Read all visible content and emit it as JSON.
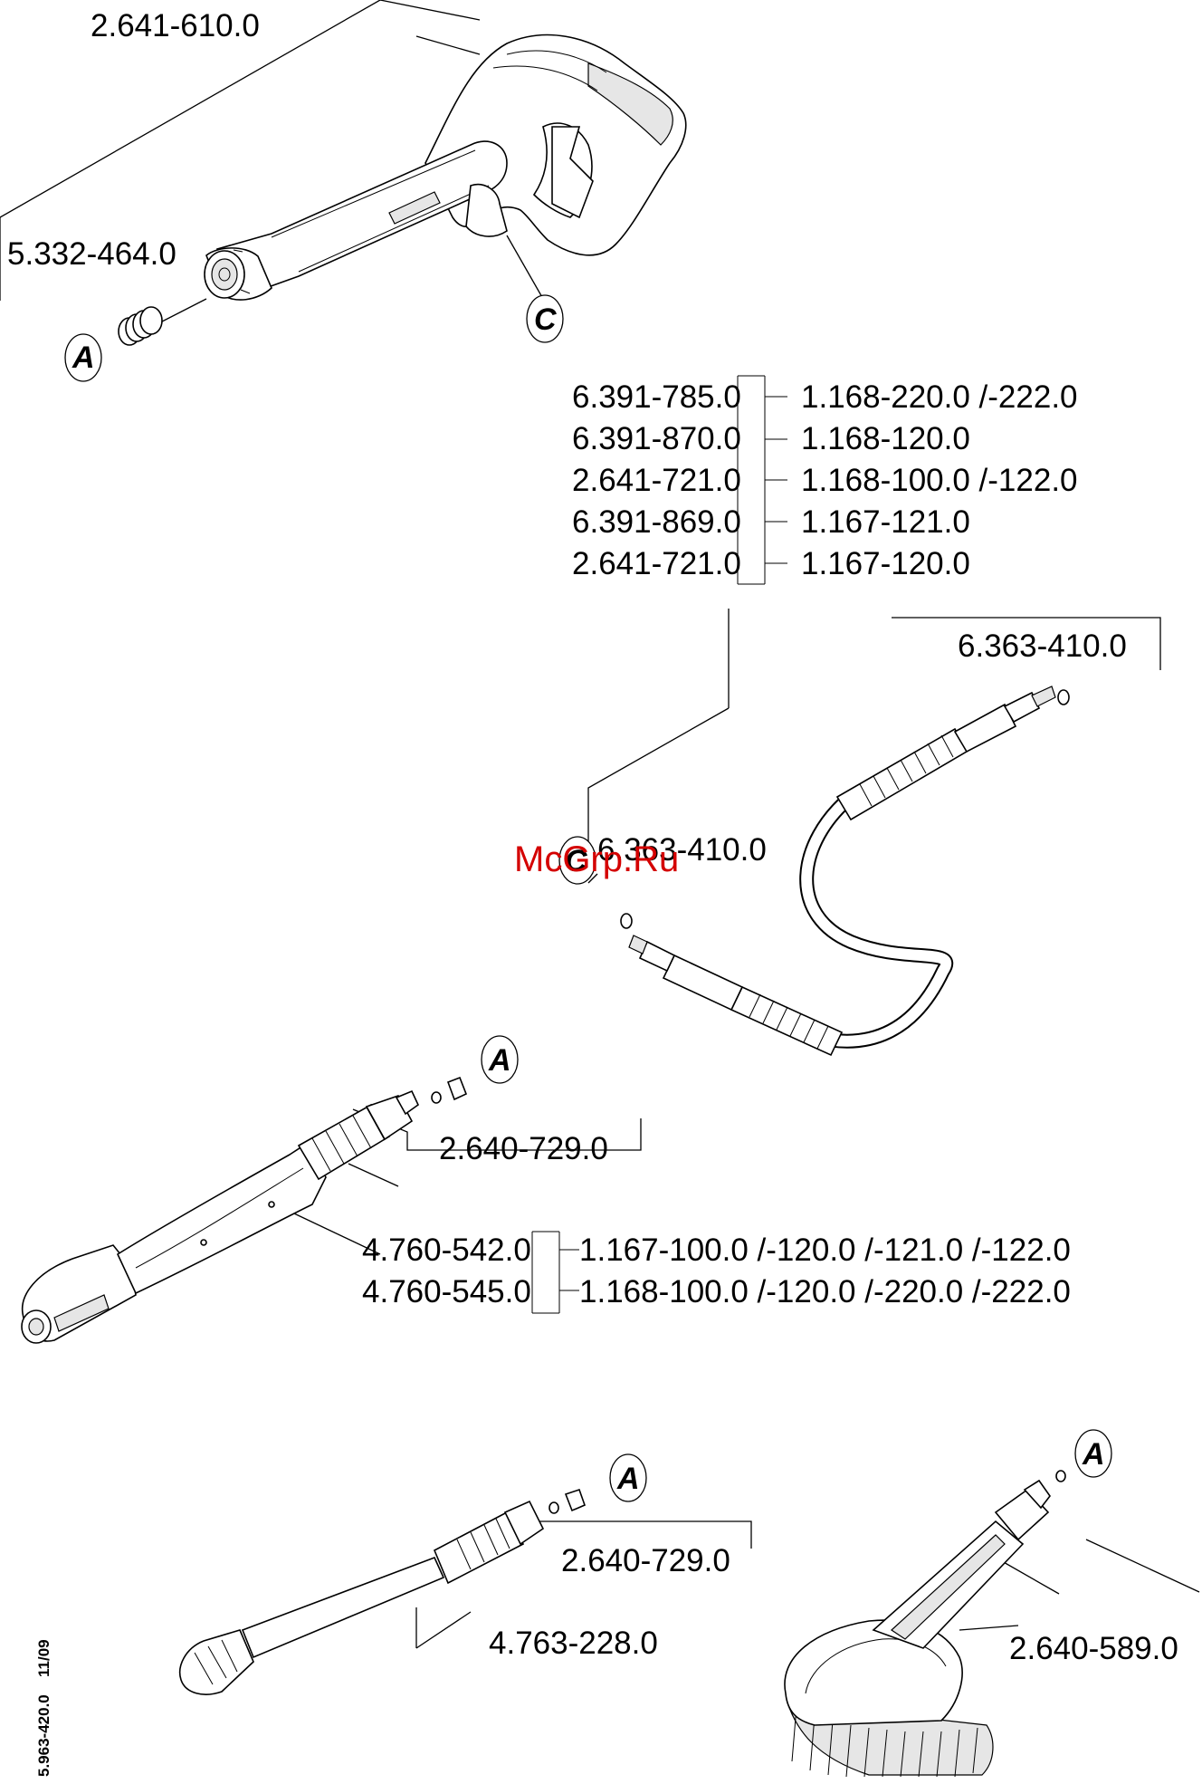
{
  "labels": {
    "gun": "2.641-610.0",
    "gun_nut": "5.332-464.0",
    "hose_seal_top": "6.363-410.0",
    "hose_seal_bottom": "6.363-410.0",
    "lance_nozzle": "2.640-729.0",
    "rotary_nozzle": "2.640-729.0",
    "rotary_lance": "4.763-228.0",
    "brush": "2.640-589.0"
  },
  "hose_table": [
    {
      "part": "6.391-785.0",
      "models": "1.168-220.0 /-222.0"
    },
    {
      "part": "6.391-870.0",
      "models": "1.168-120.0"
    },
    {
      "part": "2.641-721.0",
      "models": "1.168-100.0 /-122.0"
    },
    {
      "part": "6.391-869.0",
      "models": "1.167-121.0"
    },
    {
      "part": "2.641-721.0",
      "models": "1.167-120.0"
    }
  ],
  "lance_table": [
    {
      "part": "4.760-542.0",
      "models": "1.167-100.0 /-120.0 /-121.0 /-122.0"
    },
    {
      "part": "4.760-545.0",
      "models": "1.168-100.0 /-120.0 /-220.0 /-222.0"
    }
  ],
  "markers": {
    "a1": "A",
    "c1": "C",
    "c2": "C",
    "a2": "A",
    "a3": "A",
    "a4": "A"
  },
  "watermark": "McGrp.Ru",
  "doc_number": "5.963-420.0",
  "doc_date": "11/09"
}
